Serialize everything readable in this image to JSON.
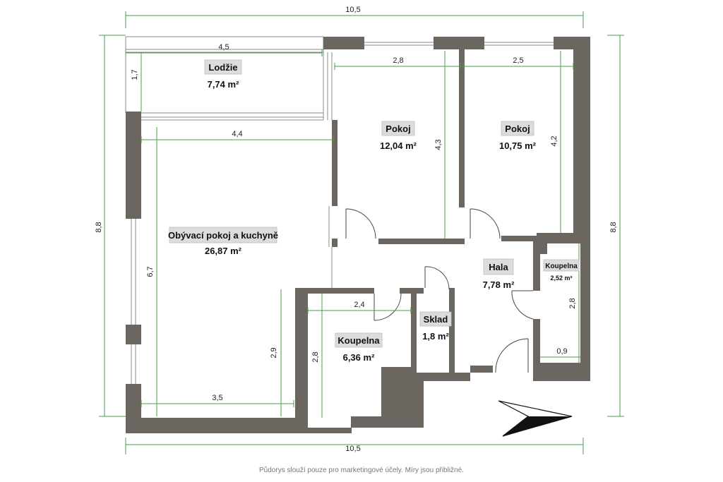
{
  "plan": {
    "overall_width": "10,5",
    "overall_bottom": "10,5",
    "overall_height_left": "8,8",
    "overall_height_right": "8,8"
  },
  "rooms": {
    "lodzie": {
      "name": "Lodžie",
      "area": "7,74 m²",
      "dim_w": "4,5",
      "dim_h": "1,7"
    },
    "obyvaci": {
      "name": "Obývací pokoj a kuchyně",
      "area": "26,87 m²",
      "dim_w_top": "4,4",
      "dim_w_bottom": "3,5",
      "dim_h_left": "6,7",
      "dim_h_right": "2,9"
    },
    "pokoj1": {
      "name": "Pokoj",
      "area": "12,04 m²",
      "dim_w": "2,8",
      "dim_h": "4,3"
    },
    "pokoj2": {
      "name": "Pokoj",
      "area": "10,75 m²",
      "dim_w": "2,5",
      "dim_h": "4,2"
    },
    "hala": {
      "name": "Hala",
      "area": "7,78 m²"
    },
    "koupelna_small": {
      "name": "Koupelna",
      "area": "2,52 m²",
      "dim_w": "0,9",
      "dim_h": "2,8"
    },
    "sklad": {
      "name": "Sklad",
      "area": "1,8 m²"
    },
    "koupelna": {
      "name": "Koupelna",
      "area": "6,36 m²",
      "dim_w": "2,4",
      "dim_h": "2,8"
    }
  },
  "footer": {
    "disclaimer": "Půdorys slouží pouze pro marketingové účely. Míry jsou přibližné."
  }
}
